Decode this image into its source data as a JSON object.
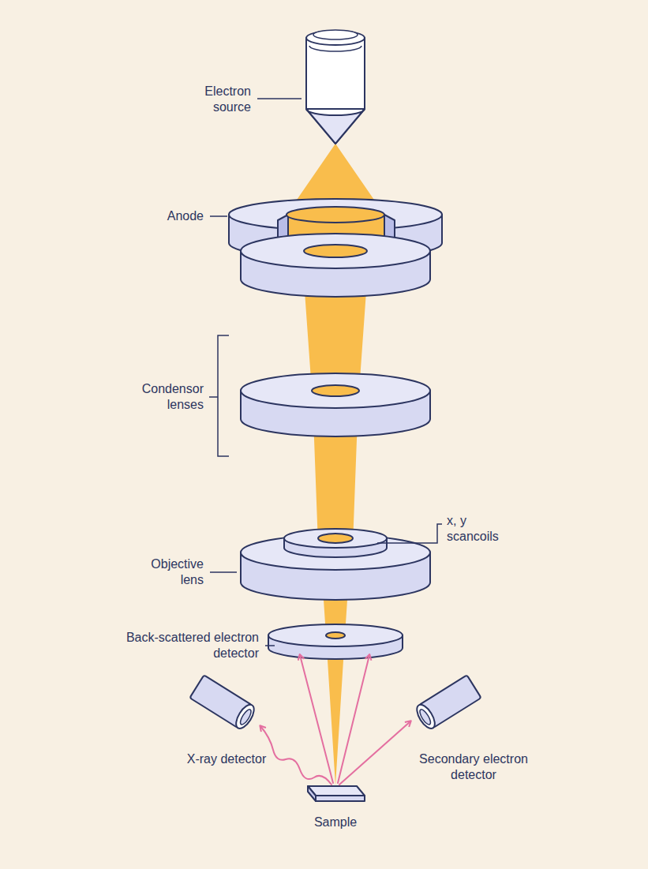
{
  "diagram": {
    "labels": [
      "Electron source",
      "Anode",
      "Condensor lenses",
      "x, y scancoils",
      "Objective lens",
      "Back-scattered electron detector",
      "X-ray detector",
      "Secondary electron detector",
      "Sample"
    ]
  }
}
